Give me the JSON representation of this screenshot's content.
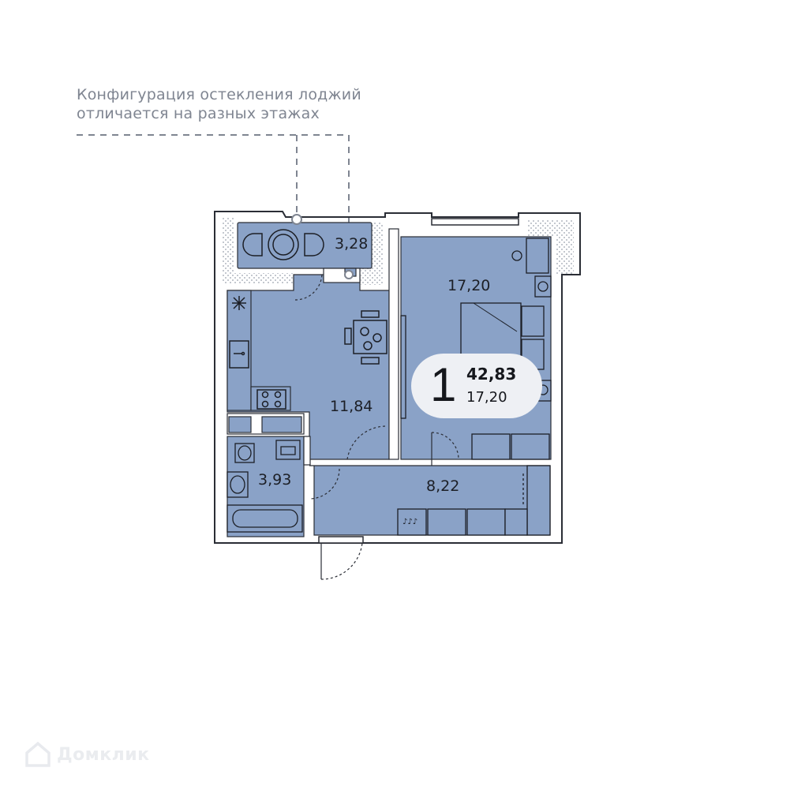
{
  "note": {
    "line1": "Конфигурация остекления лоджий",
    "line2": "отличается на разных этажах"
  },
  "rooms": {
    "loggia_area": "3,28",
    "kitchen_area": "11,84",
    "bedroom_area": "17,20",
    "bathroom_area": "3,93",
    "hall_area": "8,22"
  },
  "summary": {
    "room_count": "1",
    "total_area": "42,83",
    "living_area": "17,20"
  },
  "logo": {
    "text": "Домклик",
    "icon": "house-icon"
  },
  "colors": {
    "floor": "#8aa2c7",
    "wall": "#ffffff",
    "outline": "#2a2d35",
    "hatch": "#c9cdd4",
    "note": "#7f8591",
    "badge": "#eef0f4"
  }
}
